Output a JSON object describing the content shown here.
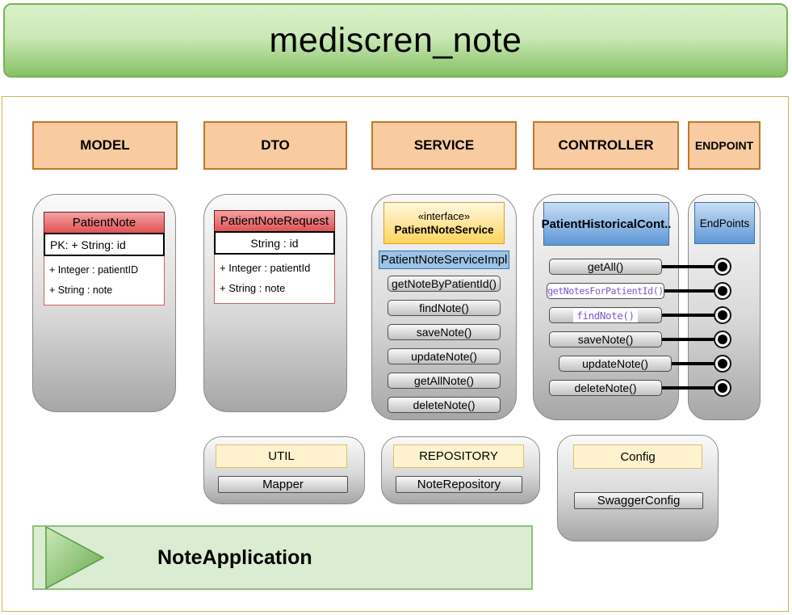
{
  "title": "mediscren_note",
  "columns": {
    "model": "MODEL",
    "dto": "DTO",
    "service": "SERVICE",
    "controller": "CONTROLLER",
    "endpoint": "ENDPOINT"
  },
  "model": {
    "class_name": "PatientNote",
    "pk_row": "PK: + String: id",
    "attributes": [
      "+ Integer : patientID",
      "+ String : note"
    ]
  },
  "dto": {
    "class_name": "PatientNoteRequest",
    "id_row": "String : id",
    "attributes": [
      "+ Integer : patientId",
      "+ String : note"
    ]
  },
  "service": {
    "stereotype": "«interface»",
    "interface_name": "PatientNoteService",
    "impl_name": "PatientNoteServiceImpl",
    "methods": [
      "getNoteByPatientId()",
      "findNote()",
      "saveNote()",
      "updateNote()",
      "getAllNote()",
      "deleteNote()"
    ]
  },
  "controller": {
    "class_name": "PatientHistoricalCont..",
    "methods": [
      "getAll()",
      "getNotesForPatientId()",
      "findNote()",
      "saveNote()",
      "updateNote()",
      "deleteNote()"
    ]
  },
  "endpoints": {
    "header": "EndPoints",
    "port_count": 6
  },
  "util": {
    "header": "UTIL",
    "item": "Mapper"
  },
  "repository": {
    "header": "REPOSITORY",
    "item": "NoteRepository"
  },
  "config": {
    "header": "Config",
    "item": "SwaggerConfig"
  },
  "application": {
    "label": "NoteApplication"
  },
  "colors": {
    "banner_green_top": "#DAF0C9",
    "banner_green_bottom": "#87C167",
    "panel_border_gold": "#C9B458",
    "column_header_orange": "#F8CBA1",
    "column_header_border": "#BB7A2A",
    "class_header_red": "#E05254",
    "interface_yellow": "#FFD45C",
    "impl_blue": "#9DC3E6",
    "blue_header": "#5D97D7",
    "method_purple": "#7D55CC",
    "container_gray": "#A6A6A6",
    "app_green": "#DAECD2"
  }
}
